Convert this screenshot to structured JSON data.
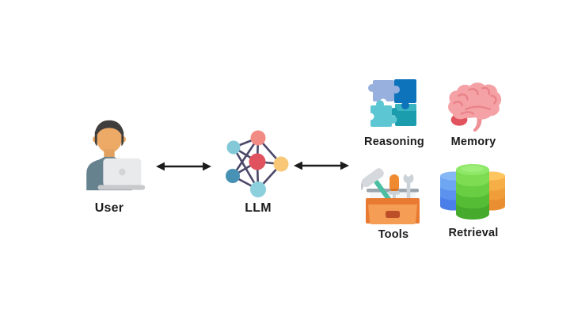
{
  "diagram": {
    "description": "Agent architecture diagram: User connects bidirectionally to LLM, which connects bidirectionally to four capabilities",
    "user": {
      "label": "User",
      "icon": "user-laptop-icon"
    },
    "llm": {
      "label": "LLM",
      "icon": "neural-network-icon"
    },
    "capabilities": [
      {
        "id": "reasoning",
        "label": "Reasoning",
        "icon": "puzzle-pieces-icon"
      },
      {
        "id": "memory",
        "label": "Memory",
        "icon": "brain-icon"
      },
      {
        "id": "tools",
        "label": "Tools",
        "icon": "toolbox-icon"
      },
      {
        "id": "retrieval",
        "label": "Retrieval",
        "icon": "database-cylinders-icon"
      }
    ],
    "connections": [
      {
        "from": "User",
        "to": "LLM",
        "style": "double-headed-arrow"
      },
      {
        "from": "LLM",
        "to": "Capabilities",
        "style": "double-headed-arrow"
      }
    ],
    "colors": {
      "background": "#ffffff",
      "label_text": "#1c1c1c",
      "arrow": "#1c1c1c",
      "network_edge": "#4b4869",
      "network_node_top": "#f28b84",
      "network_node_upper_left": "#83c9d8",
      "network_node_center": "#e1525f",
      "network_node_right": "#f8c877",
      "network_node_lower_left": "#4792b4",
      "network_node_bottom": "#8bd0dc",
      "puzzle_periwinkle": "#97b0dd",
      "puzzle_blue": "#0d73bb",
      "puzzle_teal_dark": "#1c9dae",
      "puzzle_teal_light": "#5cc7d3",
      "brain_pink": "#f4a2a6",
      "toolbox_orange": "#e87a32",
      "db_blue": "#5c92ee",
      "db_green": "#55bd35",
      "db_orange": "#f09e3a"
    }
  }
}
